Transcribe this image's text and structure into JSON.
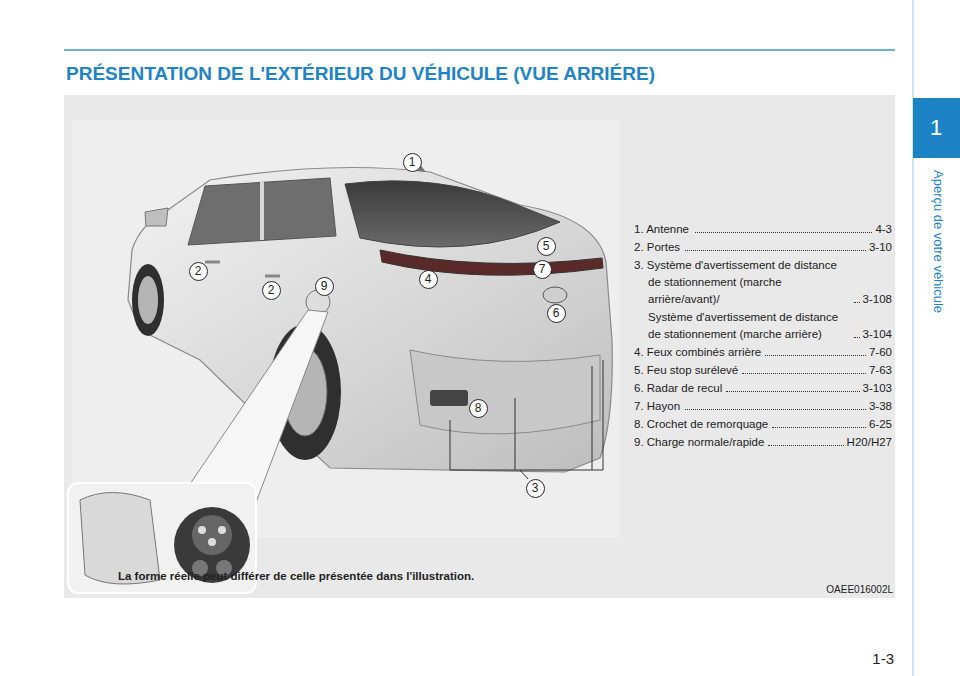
{
  "diagram": {
    "title": "PRÉSENTATION DE L'EXTÉRIEUR DU VÉHICULE (VUE ARRIÉRE)",
    "caption": "La forme réelle peut différer de celle présentée dans l'illustration.",
    "nodes": [
      {
        "text": [
          "1"
        ]
      },
      {
        "text": [
          "1"
        ]
      },
      {
        "text": [
          "5"
        ]
      },
      {
        "text": [
          "7"
        ]
      },
      {
        "text": [
          "2"
        ]
      },
      {
        "text": [
          "4"
        ]
      },
      {
        "text": [
          "9"
        ]
      },
      {
        "text": [
          "2"
        ]
      },
      {
        "text": [
          "6"
        ]
      },
      {
        "text": [
          "8"
        ]
      },
      {
        "text": [
          "3"
        ]
      }
    ],
    "labels": [
      "Aperçu de votre véhicule",
      "1. Antenne",
      "4-3",
      "2. Portes",
      "3-10",
      "3. Système d'avertissement de distance de stationnement (marche arrière/avant)/",
      "3-108",
      "Système d'avertissement de distance de stationnement (marche arrière)",
      "3-104",
      "4. Feux combinés arrière",
      "7-60",
      "5. Feu stop surélevé",
      "7-63",
      "6. Radar de recul",
      "3-103",
      "7. Hayon",
      "3-38",
      "8. Crochet de remorquage",
      "6-25",
      "9. Charge normale/rapide",
      "H20/H27",
      "OAEE016002L",
      "1-3"
    ]
  }
}
